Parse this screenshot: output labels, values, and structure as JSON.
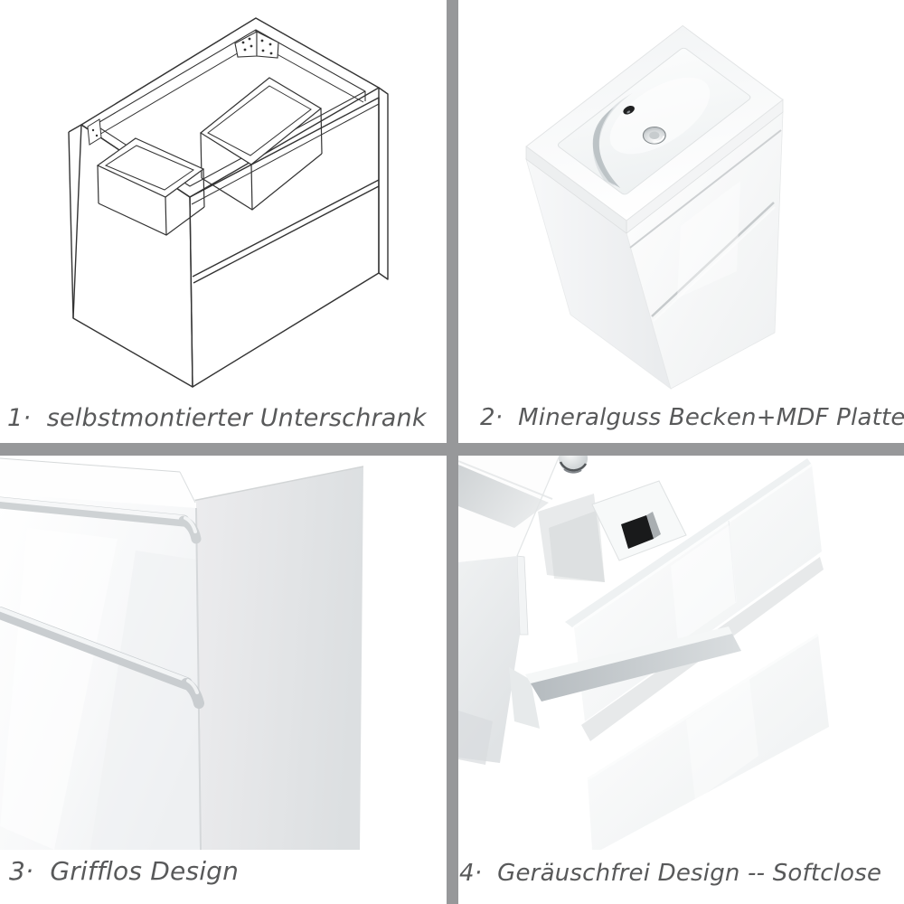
{
  "collage": {
    "panels": [
      {
        "number": "1",
        "caption": "1·  selbstmontierter Unterschrank"
      },
      {
        "number": "2",
        "caption": "2·  Mineralguss Becken+MDF Platte"
      },
      {
        "number": "3",
        "caption": "3·  Grifflos Design"
      },
      {
        "number": "4",
        "caption": "4·  Geräuschfrei Design -- Softclose"
      }
    ],
    "colors": {
      "background": "#ffffff",
      "divider": "#97989a",
      "caption_text": "#58595a"
    }
  }
}
